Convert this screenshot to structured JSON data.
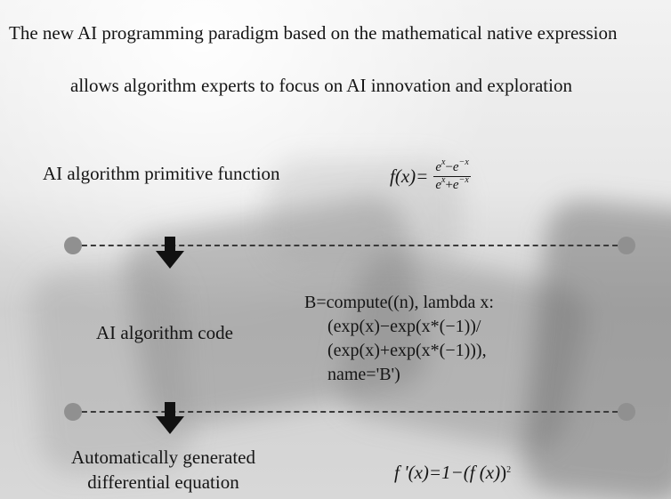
{
  "headline": {
    "line1": "The new AI programming paradigm based on the mathematical native expression",
    "line2": "allows algorithm experts to focus on AI innovation and exploration"
  },
  "rows": [
    {
      "label": "AI algorithm primitive function"
    },
    {
      "label": "AI algorithm code"
    },
    {
      "label_line1": "Automatically generated",
      "label_line2": "differential equation"
    }
  ],
  "primitive_formula": {
    "lhs": "f(x)=",
    "num_e1": "e",
    "num_sup1": "x",
    "num_op": "−",
    "num_e2": "e",
    "num_sup2": "−x",
    "den_e1": "e",
    "den_sup1": "x",
    "den_op": "+",
    "den_e2": "e",
    "den_sup2": "−x"
  },
  "code_lines": [
    "B=compute((n), lambda x:",
    "(exp(x)−exp(x*(−1))/",
    "(exp(x)+exp(x*(−1))),",
    "name='B')"
  ],
  "derivative_formula": {
    "lhs": "f '(x)=1−(",
    "inner": "f (x)",
    "close": ")",
    "power": "2"
  },
  "colors": {
    "text": "#151515",
    "dash": "#3a3a3a",
    "dot": "#909090",
    "arrow": "#111111"
  }
}
